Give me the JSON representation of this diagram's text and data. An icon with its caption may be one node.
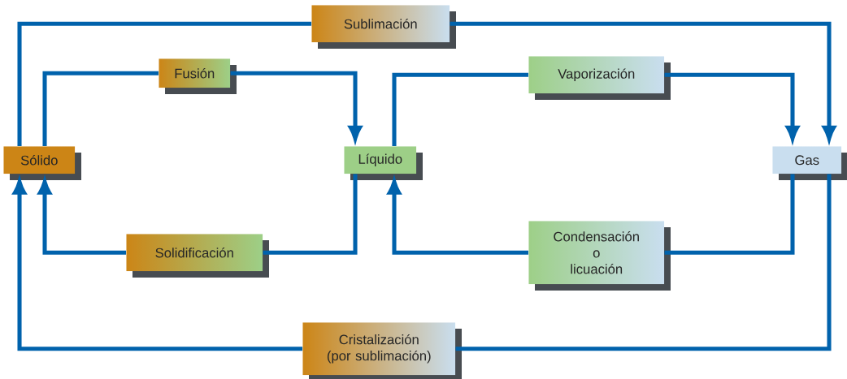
{
  "diagram": {
    "nodes": [
      {
        "text": [
          "Sólido"
        ]
      },
      {
        "text": [
          "Líquido"
        ]
      },
      {
        "text": [
          "Gas"
        ]
      },
      {
        "text": [
          "Sublimación"
        ]
      },
      {
        "text": [
          "Fusión"
        ]
      },
      {
        "text": [
          "Vaporización"
        ]
      },
      {
        "text": [
          "Solidificación"
        ]
      },
      {
        "text": [
          "Condensación o licuación"
        ]
      },
      {
        "text": [
          "Cristalización (por sublimación)"
        ]
      }
    ],
    "edges": [
      {
        "from": 0,
        "to": 4,
        "arrow": "none"
      },
      {
        "from": 4,
        "to": 1,
        "arrow": "to"
      },
      {
        "from": 0,
        "to": 3,
        "arrow": "none"
      },
      {
        "from": 3,
        "to": 2,
        "arrow": "to"
      },
      {
        "from": 1,
        "to": 5,
        "arrow": "none"
      },
      {
        "from": 5,
        "to": 2,
        "arrow": "to"
      },
      {
        "from": 2,
        "to": 7,
        "arrow": "none"
      },
      {
        "from": 7,
        "to": 1,
        "arrow": "to"
      },
      {
        "from": 1,
        "to": 6,
        "arrow": "none"
      },
      {
        "from": 6,
        "to": 0,
        "arrow": "to"
      },
      {
        "from": 2,
        "to": 8,
        "arrow": "none"
      },
      {
        "from": 8,
        "to": 0,
        "arrow": "to"
      }
    ]
  }
}
